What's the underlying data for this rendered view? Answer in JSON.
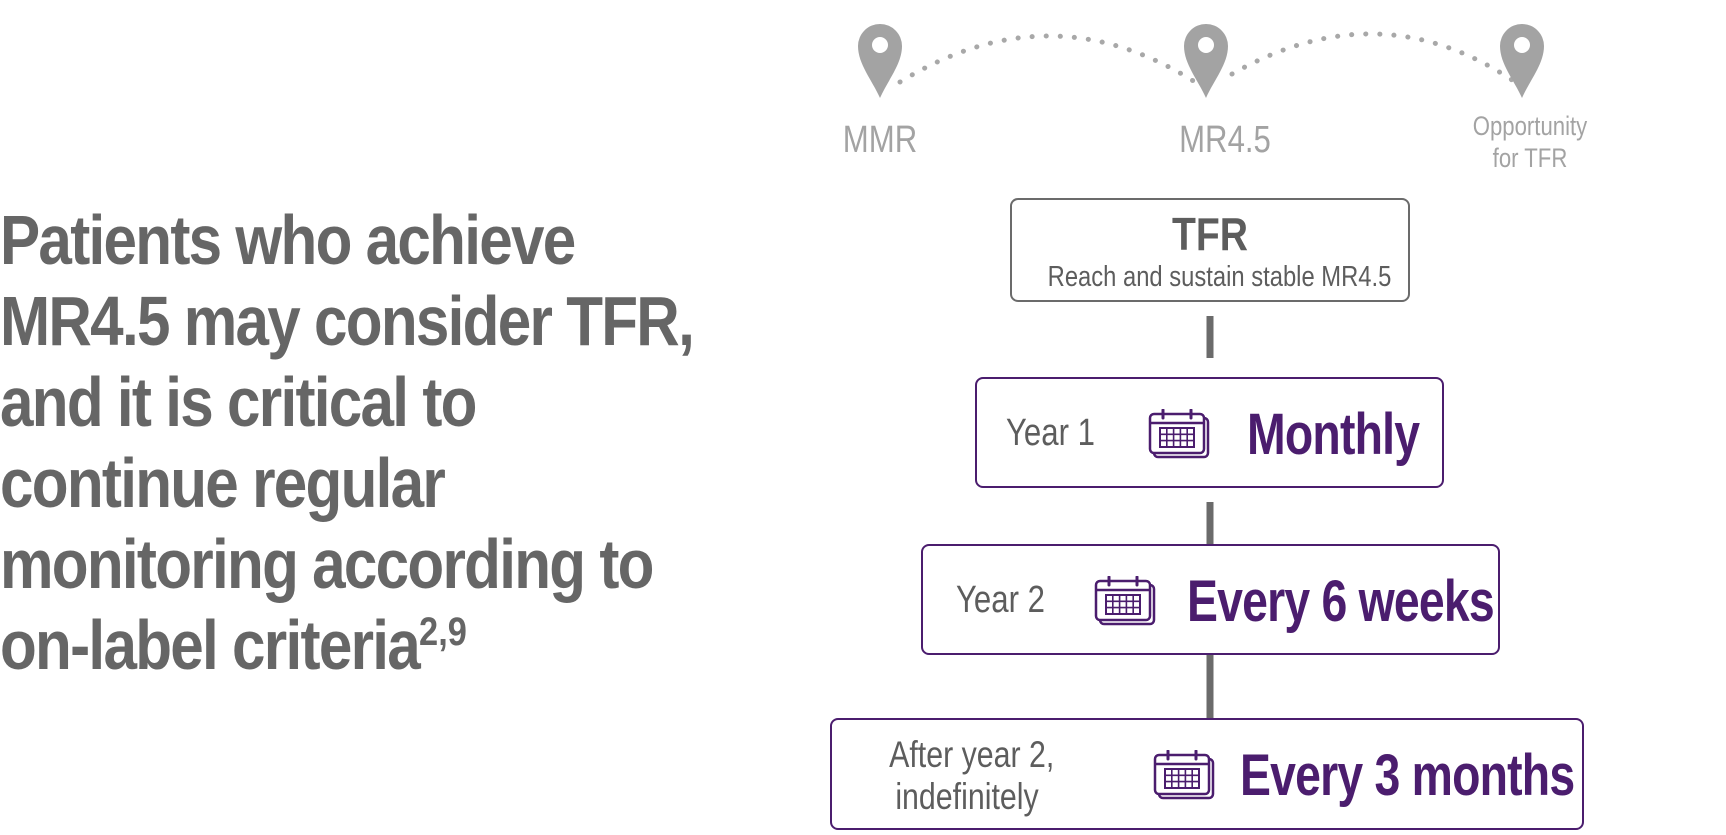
{
  "headline": {
    "text": "Patients who achieve MR4.5 may consider TFR, and it is critical to continue regular monitoring according to on-label criteria",
    "superscript": "2,9"
  },
  "journey": {
    "milestones": [
      {
        "label": "MMR",
        "icon": "map-pin-icon"
      },
      {
        "label": "MR4.5",
        "icon": "map-pin-icon"
      },
      {
        "label_line1": "Opportunity",
        "label_line2": "for TFR",
        "icon": "map-pin-icon"
      }
    ]
  },
  "tfr_box": {
    "title": "TFR",
    "subtitle": "Reach and sustain stable MR4.5"
  },
  "stages": [
    {
      "when": "Year 1",
      "frequency": "Monthly",
      "icon": "calendar-icon"
    },
    {
      "when": "Year 2",
      "frequency": "Every 6 weeks",
      "icon": "calendar-icon"
    },
    {
      "when_line1": "After year 2,",
      "when_line2": "indefinitely",
      "frequency": "Every 3 months",
      "icon": "calendar-icon"
    }
  ],
  "colors": {
    "headline_text": "#666666",
    "milestone_gray": "#a3a3a3",
    "accent_purple": "#4b1d6e",
    "box_border_gray": "#6b6b6b",
    "connector_gray": "#6b6b6b"
  }
}
